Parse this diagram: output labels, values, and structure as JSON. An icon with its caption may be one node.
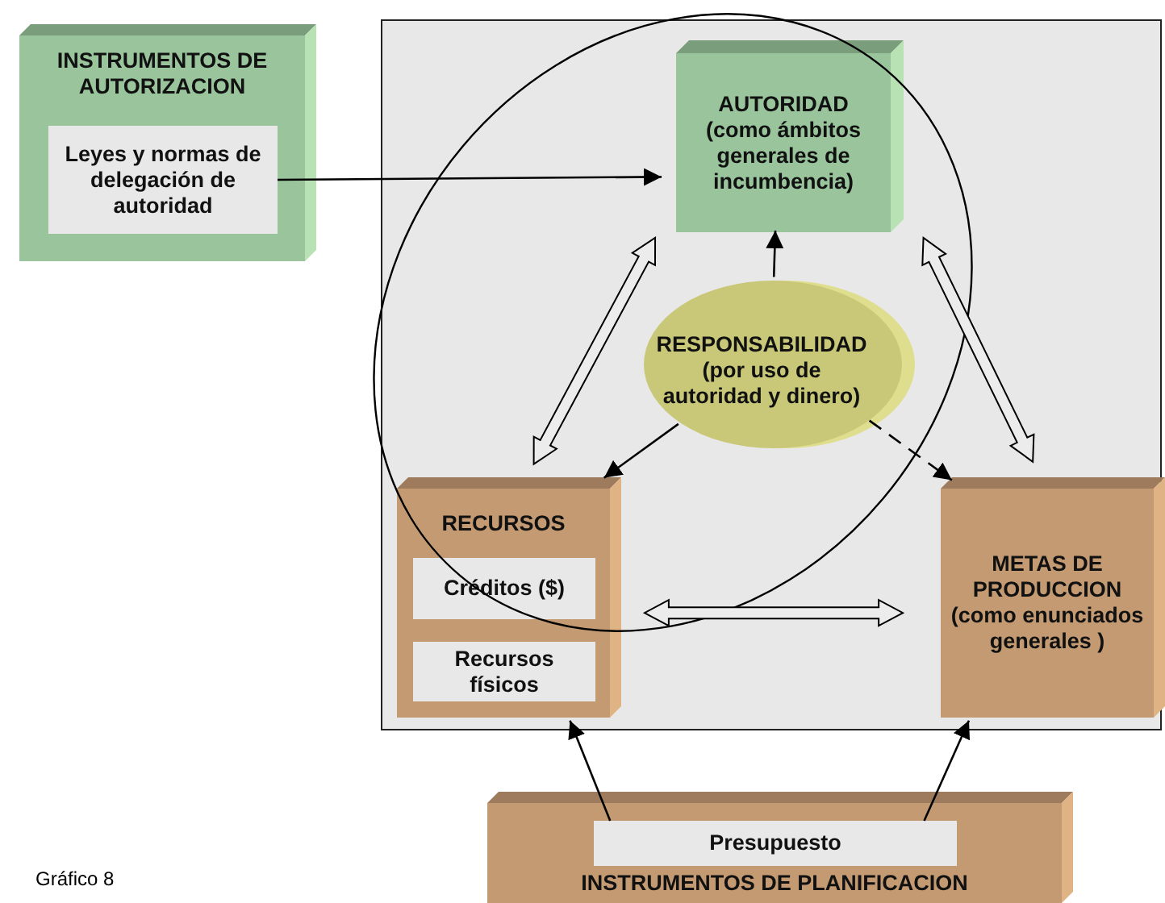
{
  "diagram": {
    "nodes": [
      {
        "text": [
          "INSTRUMENTOS DE AUTORIZACION"
        ]
      },
      {
        "text": [
          "Leyes y normas de delegación de autoridad"
        ],
        "in": 0
      },
      {
        "text": [],
        "shape": "box"
      },
      {
        "text": [
          "AUTORIDAD",
          "(como ámbitos generales de incumbencia)"
        ],
        "in": 2
      },
      {
        "text": [
          "RESPONSABILIDAD",
          "(por uso de autoridad y dinero)"
        ],
        "in": 2
      },
      {
        "text": [
          "RECURSOS"
        ],
        "in": 2
      },
      {
        "text": [
          "Créditos ($)"
        ],
        "in": 5
      },
      {
        "text": [
          "Recursos físicos"
        ],
        "in": 5
      },
      {
        "text": [
          "METAS DE PRODUCCION",
          "(como enunciados generales )"
        ],
        "in": 2
      },
      {
        "text": [
          "INSTRUMENTOS DE PLANIFICACION"
        ]
      },
      {
        "text": [
          "Presupuesto"
        ],
        "in": 9
      }
    ],
    "edges": [
      {
        "from": 1,
        "to": 3,
        "arrow": "to"
      },
      {
        "from": 4,
        "to": 3,
        "arrow": "to"
      },
      {
        "from": 4,
        "to": 5,
        "arrow": "to"
      },
      {
        "from": 4,
        "to": 8,
        "arrow": "to",
        "style": "dashed"
      },
      {
        "from": 5,
        "to": 3,
        "arrow": "both",
        "style": "thick"
      },
      {
        "from": 8,
        "to": 3,
        "arrow": "both",
        "style": "thick"
      },
      {
        "from": 5,
        "to": 8,
        "arrow": "both",
        "style": "thick"
      },
      {
        "from": 10,
        "to": 5,
        "arrow": "to"
      },
      {
        "from": 10,
        "to": 8,
        "arrow": "to"
      }
    ],
    "labels": [
      "Gráfico 8"
    ]
  }
}
